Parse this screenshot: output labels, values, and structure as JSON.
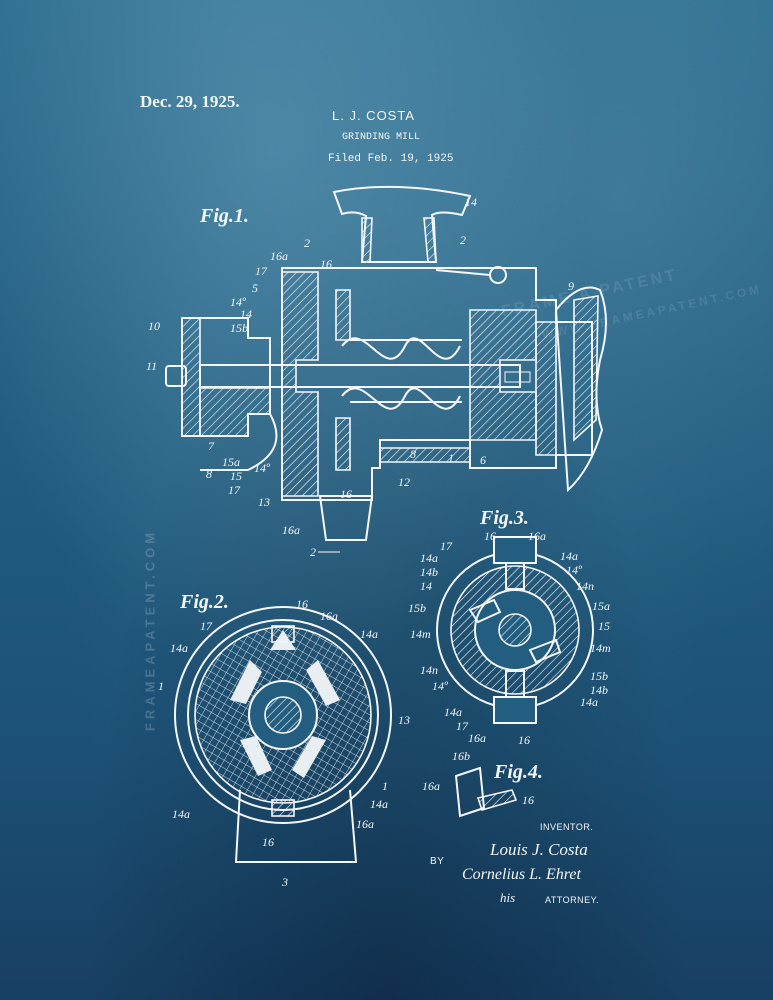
{
  "header": {
    "date": "Dec. 29, 1925.",
    "inventor_name": "L. J. COSTA",
    "title": "GRINDING MILL",
    "filed": "Filed Feb. 19, 1925"
  },
  "watermark": {
    "vertical_text": "FRAMEAPATENT.COM",
    "center_text": "FRAME A PATENT",
    "center_url": "WWW.FRAMEAPATENT.COM"
  },
  "figures": {
    "fig1": "Fig.1.",
    "fig2": "Fig.2.",
    "fig3": "Fig.3.",
    "fig4": "Fig.4."
  },
  "fig1_labels": {
    "l14": "14",
    "l2_top": "2",
    "l2_left": "2",
    "l16a_top": "16a",
    "l16_top": "16",
    "l17": "17",
    "l5": "5",
    "l14o": "14º",
    "l14b": "14",
    "l15b": "15b",
    "l10": "10",
    "l11": "11",
    "l9": "9",
    "l7": "7",
    "l8_left": "8",
    "l15a": "15a",
    "l14o_b": "14º",
    "l15": "15",
    "l17b": "17",
    "l13": "13",
    "l8_mid": "8",
    "l1": "1",
    "l6": "6",
    "l12": "12",
    "l16_bot": "16",
    "l16a_bot": "16a",
    "l2_bot": "2"
  },
  "fig2_labels": {
    "l16": "16",
    "l16a": "16a",
    "l17": "17",
    "l14a_top": "14a",
    "l14a_left": "14a",
    "l1": "1",
    "l13": "13",
    "l1_right": "1",
    "l14a_right": "14a",
    "l16a_bot": "16a",
    "l14a_bot": "14a",
    "l16_bot": "16",
    "l3": "3"
  },
  "fig3_labels": {
    "l16": "16",
    "l16a": "16a",
    "l17": "17",
    "l14a": "14a",
    "l14b": "14b",
    "l14": "14",
    "l14a_r": "14a",
    "l14o": "14º",
    "l14n": "14n",
    "l15b": "15b",
    "l15a": "15a",
    "l14m": "14m",
    "l15": "15",
    "l14m_r": "14m",
    "l14n_b": "14n",
    "l14o_b": "14º",
    "l15b_r": "15b",
    "l14b_r": "14b",
    "l14a_r2": "14a",
    "l14a_b": "14a",
    "l17_b": "17",
    "l16a_b": "16a",
    "l16_b": "16"
  },
  "fig4_labels": {
    "l16b": "16b",
    "l16a": "16a",
    "l16": "16"
  },
  "signatures": {
    "inventor_label": "INVENTOR.",
    "inventor_signature": "Louis J. Costa",
    "by_label": "BY",
    "attorney_signature": "Cornelius L. Ehret",
    "per_signature": "his",
    "attorney_label": "ATTORNEY."
  },
  "colors": {
    "background": "#235e80",
    "ink": "#f3f7fa"
  }
}
